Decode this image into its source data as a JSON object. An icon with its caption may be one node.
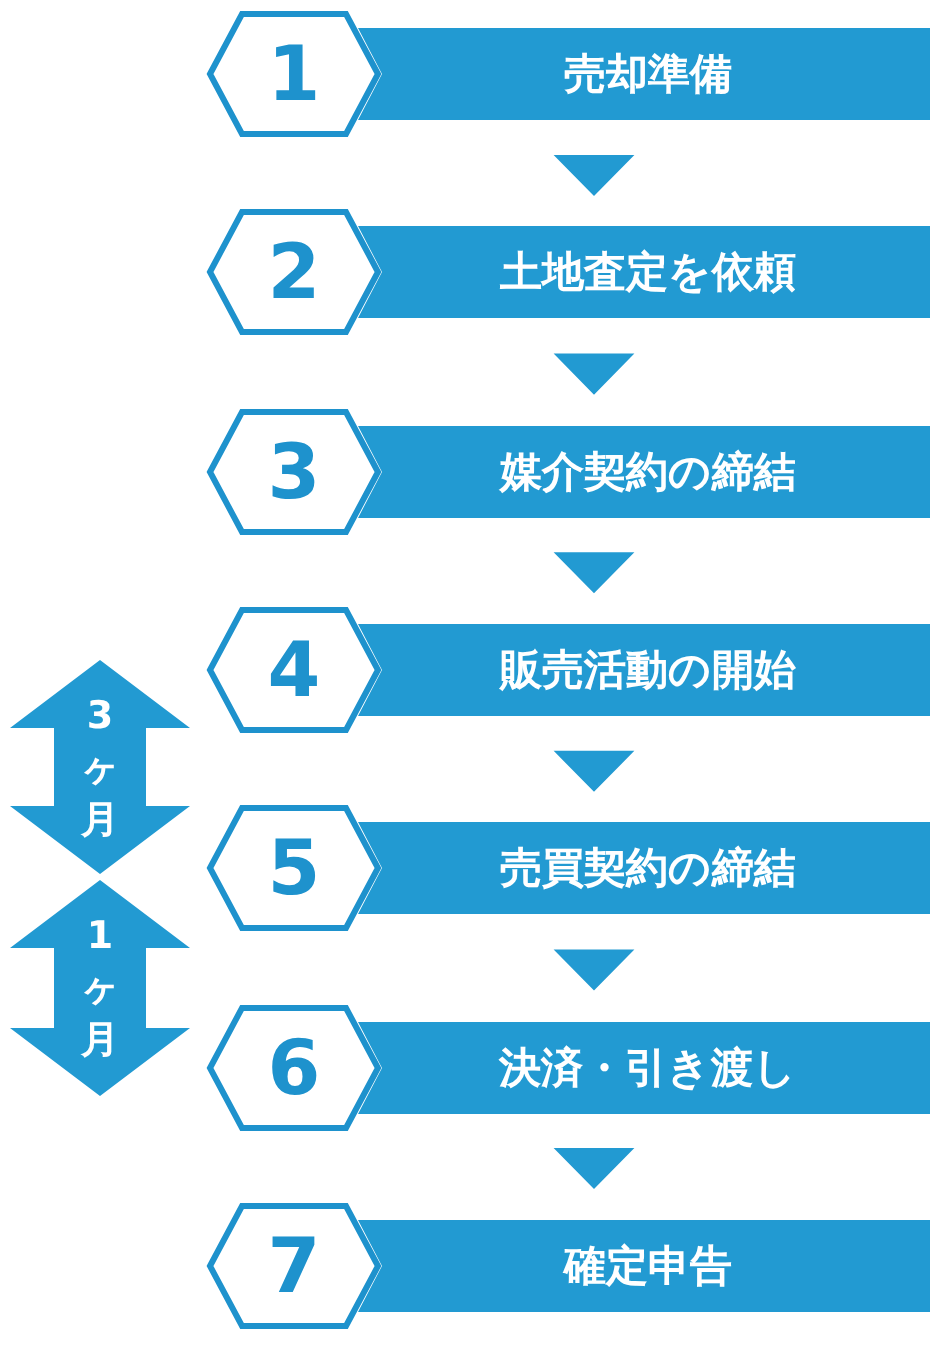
{
  "diagram": {
    "nodes": [
      {
        "text": [
          "1"
        ]
      },
      {
        "text": [
          "売却準備"
        ]
      },
      {
        "text": [
          "2"
        ]
      },
      {
        "text": [
          "土地査定を依頼"
        ]
      },
      {
        "text": [
          "3"
        ]
      },
      {
        "text": [
          "媒介契約の締結"
        ]
      },
      {
        "text": [
          "4"
        ]
      },
      {
        "text": [
          "販売活動の開始"
        ]
      },
      {
        "text": [
          "5"
        ]
      },
      {
        "text": [
          "売買契約の締結"
        ]
      },
      {
        "text": [
          "6"
        ]
      },
      {
        "text": [
          "決済・引き渡し"
        ]
      },
      {
        "text": [
          "7"
        ]
      },
      {
        "text": [
          "確定申告"
        ]
      }
    ],
    "edges": [
      {
        "from": 1,
        "to": 3,
        "arrow": "to"
      },
      {
        "from": 3,
        "to": 5,
        "arrow": "to"
      },
      {
        "from": 5,
        "to": 7,
        "arrow": "to"
      },
      {
        "from": 7,
        "to": 9,
        "arrow": "to"
      },
      {
        "from": 9,
        "to": 11,
        "arrow": "to"
      },
      {
        "from": 11,
        "to": 13,
        "arrow": "to"
      }
    ],
    "labels": [
      "3ヶ月",
      "1ヶ月"
    ]
  }
}
